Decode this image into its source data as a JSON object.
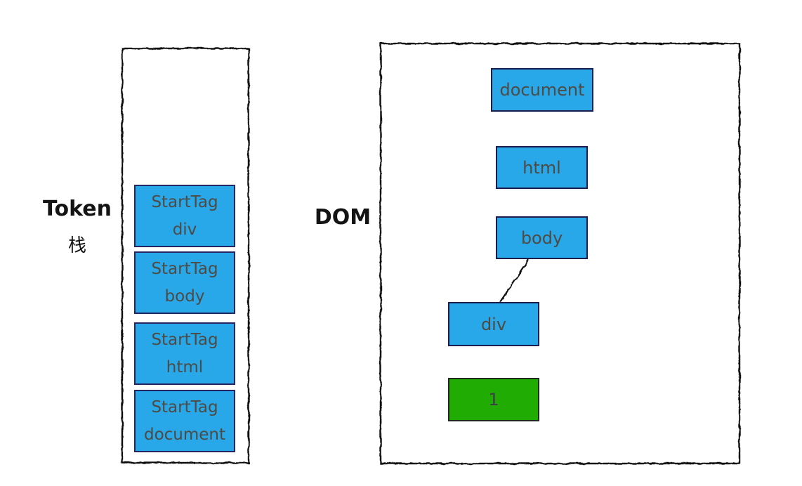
{
  "colors": {
    "node_blue": "#28a7e9",
    "node_green": "#21ac04",
    "blue_border": "#252563",
    "green_border": "#1f2a1f",
    "node_text": "#4e4b44",
    "label_text": "#141414",
    "line_color": "#111111",
    "background": "#ffffff"
  },
  "left_panel": {
    "label_line1": "Token",
    "label_line2": "栈",
    "stack": [
      {
        "line1": "StartTag",
        "line2": "div"
      },
      {
        "line1": "StartTag",
        "line2": "body"
      },
      {
        "line1": "StartTag",
        "line2": "html"
      },
      {
        "line1": "StartTag",
        "line2": "document"
      }
    ]
  },
  "right_panel": {
    "label": "DOM",
    "tree": {
      "nodes": [
        {
          "id": "document",
          "label": "document",
          "type": "element"
        },
        {
          "id": "html",
          "label": "html",
          "type": "element"
        },
        {
          "id": "body",
          "label": "body",
          "type": "element"
        },
        {
          "id": "div",
          "label": "div",
          "type": "element"
        },
        {
          "id": "text-1",
          "label": "1",
          "type": "text"
        }
      ],
      "edges": [
        [
          "document",
          "html"
        ],
        [
          "html",
          "body"
        ],
        [
          "body",
          "div"
        ],
        [
          "div",
          "1"
        ]
      ]
    }
  }
}
